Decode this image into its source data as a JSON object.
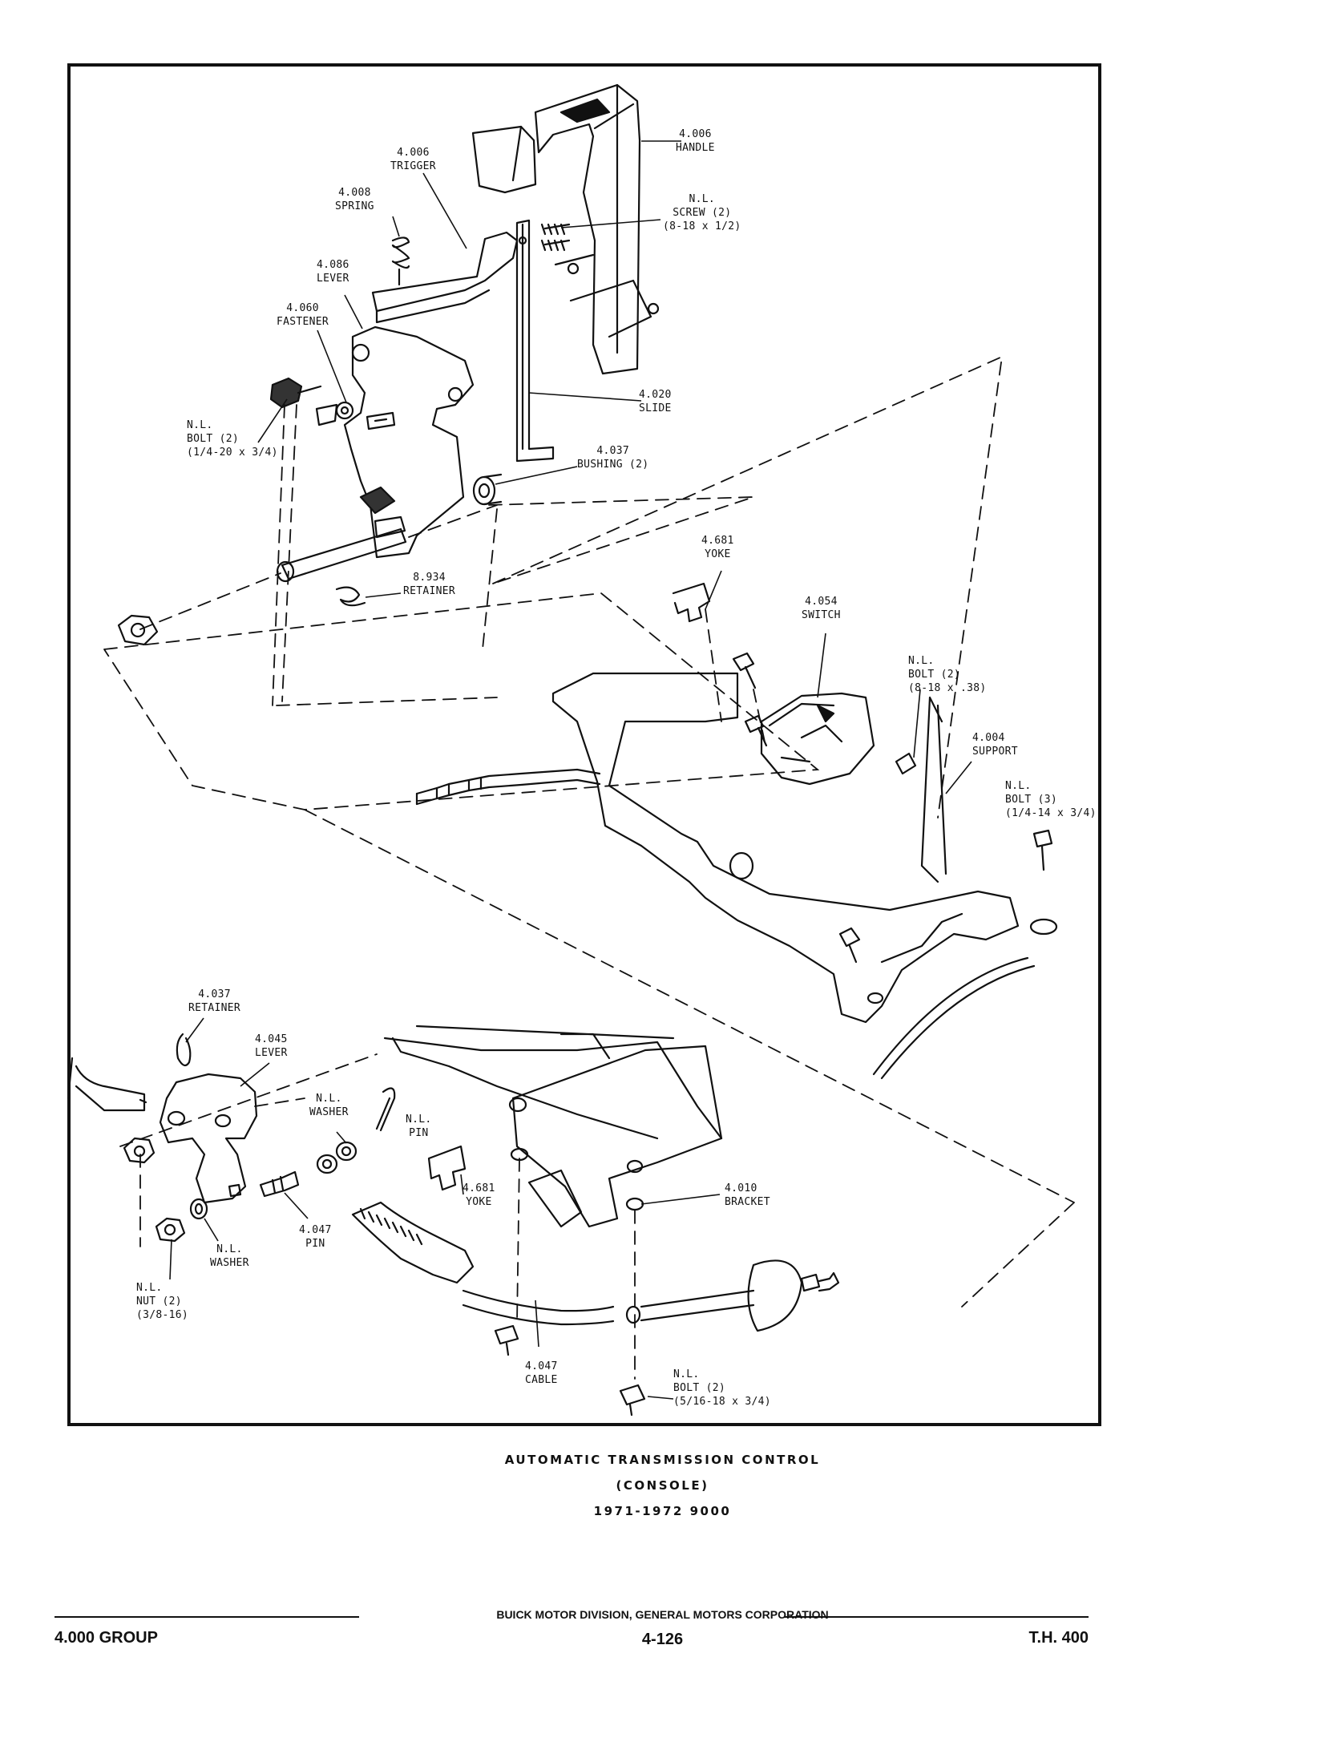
{
  "labels": {
    "handle": {
      "num": "4.006",
      "name": "HANDLE"
    },
    "trigger": {
      "num": "4.006",
      "name": "TRIGGER"
    },
    "spring": {
      "num": "4.008",
      "name": "SPRING"
    },
    "nl_screw": {
      "num": "N.L.",
      "name": "SCREW (2)",
      "spec": "(8-18 x 1/2)"
    },
    "lever_top": {
      "num": "4.086",
      "name": "LEVER"
    },
    "fastener": {
      "num": "4.060",
      "name": "FASTENER"
    },
    "nl_bolt_top": {
      "num": "N.L.",
      "name": "BOLT (2)",
      "spec": "(1/4-20 x 3/4)"
    },
    "slide": {
      "num": "4.020",
      "name": "SLIDE"
    },
    "bushing": {
      "num": "4.037",
      "name": "BUSHING (2)"
    },
    "retainer_top": {
      "num": "8.934",
      "name": "RETAINER"
    },
    "yoke_top": {
      "num": "4.681",
      "name": "YOKE"
    },
    "switch": {
      "num": "4.054",
      "name": "SWITCH"
    },
    "nl_bolt_switch": {
      "num": "N.L.",
      "name": "BOLT (2)",
      "spec": "(8-18 x .38)"
    },
    "support": {
      "num": "4.004",
      "name": "SUPPORT"
    },
    "nl_bolt_support": {
      "num": "N.L.",
      "name": "BOLT (3)",
      "spec": "(1/4-14 x 3/4)"
    },
    "retainer_bottom": {
      "num": "4.037",
      "name": "RETAINER"
    },
    "lever_bottom": {
      "num": "4.045",
      "name": "LEVER"
    },
    "nl_washer_top": {
      "num": "N.L.",
      "name": "WASHER"
    },
    "nl_pin": {
      "num": "N.L.",
      "name": "PIN"
    },
    "yoke_bottom": {
      "num": "4.681",
      "name": "YOKE"
    },
    "bracket": {
      "num": "4.010",
      "name": "BRACKET"
    },
    "nl_washer_bottom": {
      "num": "N.L.",
      "name": "WASHER"
    },
    "pin": {
      "num": "4.047",
      "name": "PIN"
    },
    "nl_nut": {
      "num": "N.L.",
      "name": "NUT (2)",
      "spec": "(3/8-16)"
    },
    "cable": {
      "num": "4.047",
      "name": "CABLE"
    },
    "nl_bolt_bottom": {
      "num": "N.L.",
      "name": "BOLT (2)",
      "spec": "(5/16-18 x 3/4)"
    }
  },
  "caption": {
    "line1": "AUTOMATIC TRANSMISSION CONTROL",
    "line2": "(CONSOLE)",
    "line3": "1971-1972 9000"
  },
  "footer": {
    "division": "BUICK MOTOR DIVISION, GENERAL MOTORS CORPORATION",
    "group": "4.000 GROUP",
    "page": "4-126",
    "code": "T.H. 400"
  }
}
